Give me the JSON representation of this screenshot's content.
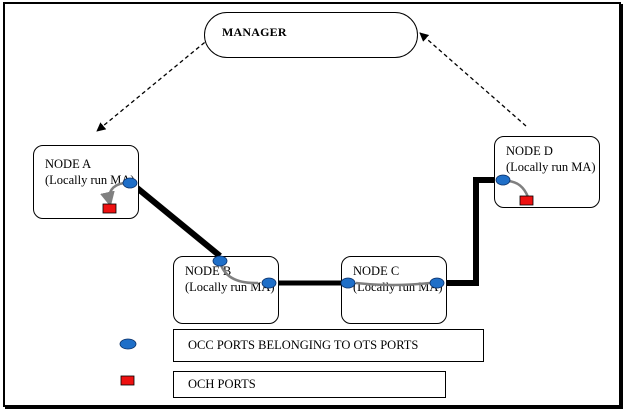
{
  "manager": {
    "label": "MANAGER"
  },
  "nodes": {
    "a": {
      "name": "NODE A",
      "sub": "(Locally run MA)"
    },
    "b": {
      "name": "NODE  B",
      "sub": "(Locally run MA)"
    },
    "c": {
      "name": "NODE C",
      "sub": "(Locally run MA)"
    },
    "d": {
      "name": "NODE D",
      "sub": "(Locally run MA)"
    }
  },
  "legend": {
    "occ": "OCC PORTS BELONGING TO OTS PORTS",
    "och": "OCH PORTS"
  },
  "colors": {
    "occ_port": "#1f6fc8",
    "och_port": "#ee1111",
    "link": "#000000",
    "internal_arrow": "#808080"
  }
}
